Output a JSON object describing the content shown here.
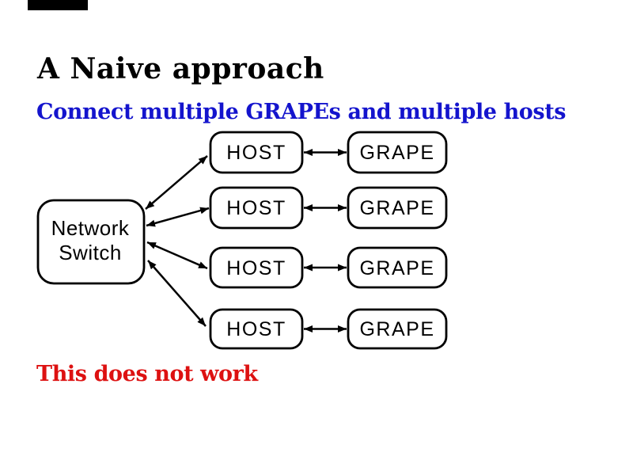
{
  "slide": {
    "title": "A Naive approach",
    "subtitle": "Connect multiple GRAPEs and multiple hosts",
    "conclusion": "This does not work",
    "colors": {
      "title": "#000000",
      "subtitle": "#1414CD",
      "conclusion": "#DD1111",
      "diagram_stroke": "#000000",
      "background": "#ffffff"
    }
  },
  "diagram": {
    "switch": {
      "line1": "Network",
      "line2": "Switch"
    },
    "rows": [
      {
        "host": "HOST",
        "grape": "GRAPE"
      },
      {
        "host": "HOST",
        "grape": "GRAPE"
      },
      {
        "host": "HOST",
        "grape": "GRAPE"
      },
      {
        "host": "HOST",
        "grape": "GRAPE"
      }
    ]
  }
}
